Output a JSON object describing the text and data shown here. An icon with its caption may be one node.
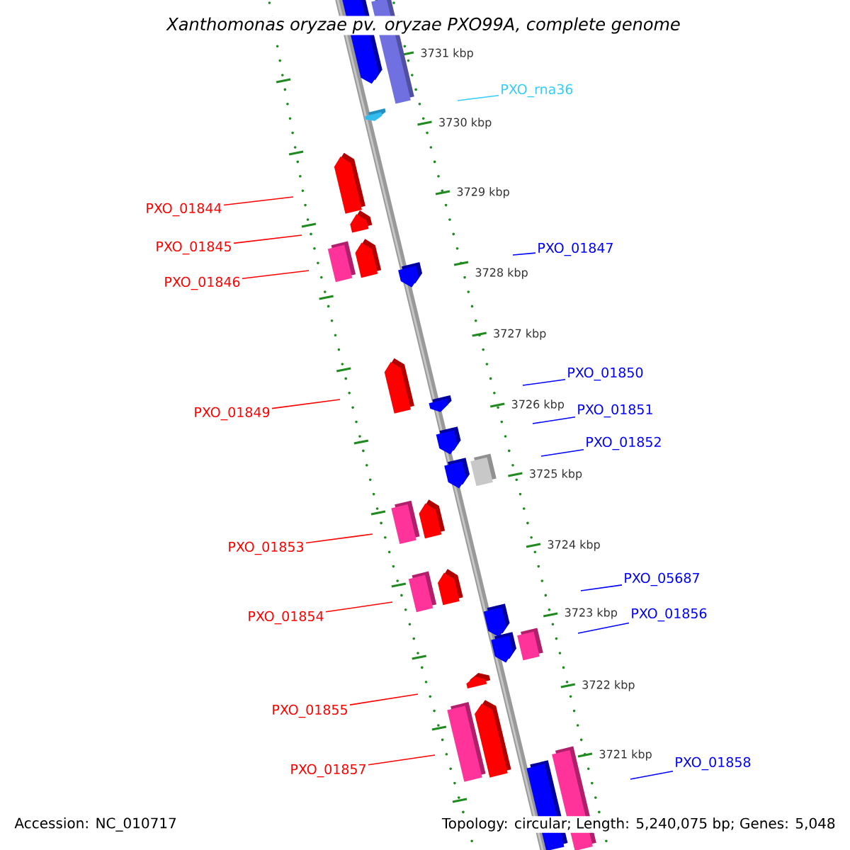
{
  "diagram": {
    "title": "Xanthomonas oryzae pv. oryzae PXO99A, complete genome",
    "nodes": [
      {
        "text": [
          "PXO_rna36"
        ]
      },
      {
        "text": [
          "PXO_01844"
        ]
      },
      {
        "text": [
          "PXO_01845"
        ]
      },
      {
        "text": [
          "PXO_01846"
        ]
      },
      {
        "text": [
          "PXO_01847"
        ]
      },
      {
        "text": [
          "PXO_01850"
        ]
      },
      {
        "text": [
          "PXO_01851"
        ]
      },
      {
        "text": [
          "PXO_01849"
        ]
      },
      {
        "text": [
          "PXO_01852"
        ]
      },
      {
        "text": [
          "PXO_01853"
        ]
      },
      {
        "text": [
          "PXO_05687"
        ]
      },
      {
        "text": [
          "PXO_01856"
        ]
      },
      {
        "text": [
          "PXO_01854"
        ]
      },
      {
        "text": [
          "PXO_01855"
        ]
      },
      {
        "text": [
          "PXO_01858"
        ]
      },
      {
        "text": [
          "PXO_01857"
        ]
      }
    ],
    "edges": [
      {
        "from": 0,
        "to": null,
        "arrow": "none",
        "color": "#33ccff"
      },
      {
        "from": 1,
        "to": null,
        "arrow": "none"
      },
      {
        "from": 2,
        "to": null,
        "arrow": "none"
      },
      {
        "from": 3,
        "to": null,
        "arrow": "none"
      },
      {
        "from": 4,
        "to": null,
        "arrow": "none",
        "color": "#0000ff"
      },
      {
        "from": 5,
        "to": null,
        "arrow": "none",
        "color": "#0000ff"
      },
      {
        "from": 6,
        "to": null,
        "arrow": "none",
        "color": "#0000ff"
      },
      {
        "from": 7,
        "to": null,
        "arrow": "none"
      },
      {
        "from": 8,
        "to": null,
        "arrow": "none",
        "color": "#0000ff"
      },
      {
        "from": 9,
        "to": null,
        "arrow": "none"
      },
      {
        "from": 10,
        "to": null,
        "arrow": "none",
        "color": "#0000ff"
      },
      {
        "from": 11,
        "to": null,
        "arrow": "none",
        "color": "#0000ff"
      },
      {
        "from": 12,
        "to": null,
        "arrow": "none"
      },
      {
        "from": 13,
        "to": null,
        "arrow": "none"
      },
      {
        "from": 14,
        "to": null,
        "arrow": "none",
        "color": "#0000ff"
      },
      {
        "from": 15,
        "to": null,
        "arrow": "none"
      }
    ],
    "labels": [
      "3731 kbp",
      "3730 kbp",
      "3729 kbp",
      "3728 kbp",
      "3727 kbp",
      "3726 kbp",
      "3725 kbp",
      "3724 kbp",
      "3723 kbp",
      "3722 kbp",
      "3721 kbp",
      "Accession: NC_010717",
      "Topology: circular; Length: 5,240,075 bp; Genes: 5,048"
    ]
  }
}
